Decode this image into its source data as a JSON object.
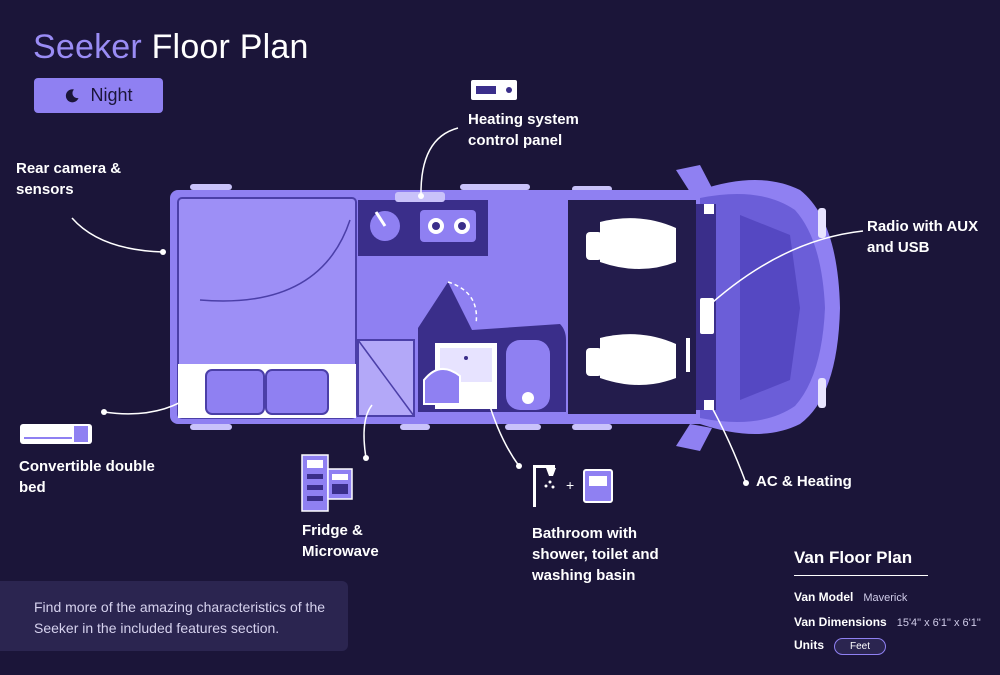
{
  "header": {
    "title_accent": "Seeker",
    "title_rest": "Floor Plan"
  },
  "mode_button": {
    "label": "Night",
    "icon": "moon-icon"
  },
  "callouts": {
    "heating": {
      "line1": "Heating system",
      "line2": "control panel"
    },
    "camera": {
      "line1": "Rear camera &",
      "line2": "sensors"
    },
    "radio": {
      "line1": "Radio with AUX",
      "line2": "and USB"
    },
    "bed": {
      "line1": "Convertible double",
      "line2": "bed"
    },
    "fridge": {
      "line1": "Fridge &",
      "line2": "Microwave"
    },
    "bathroom": {
      "line1": "Bathroom with",
      "line2": "shower, toilet and",
      "line3": "washing basin"
    },
    "ac": {
      "line1": "AC & Heating"
    }
  },
  "info": {
    "text": "Find more of the amazing characteristics of the Seeker in the included features section."
  },
  "spec": {
    "title": "Van Floor Plan",
    "rows": [
      {
        "key": "Van Model",
        "value": "Maverick"
      },
      {
        "key": "Van Dimensions",
        "value": "15'4\" x 6'1\" x 6'1\""
      },
      {
        "key": "Units",
        "value": "Feet"
      }
    ]
  },
  "colors": {
    "background": "#1b1539",
    "accent": "#8f80f2",
    "van_body": "#8f80f2",
    "van_dark": "#3a2e8a",
    "panel": "#2b2550"
  },
  "icons": [
    "moon-icon",
    "heating-panel-icon",
    "bed-icon",
    "fridge-microwave-icon",
    "shower-icon",
    "basin-icon"
  ]
}
